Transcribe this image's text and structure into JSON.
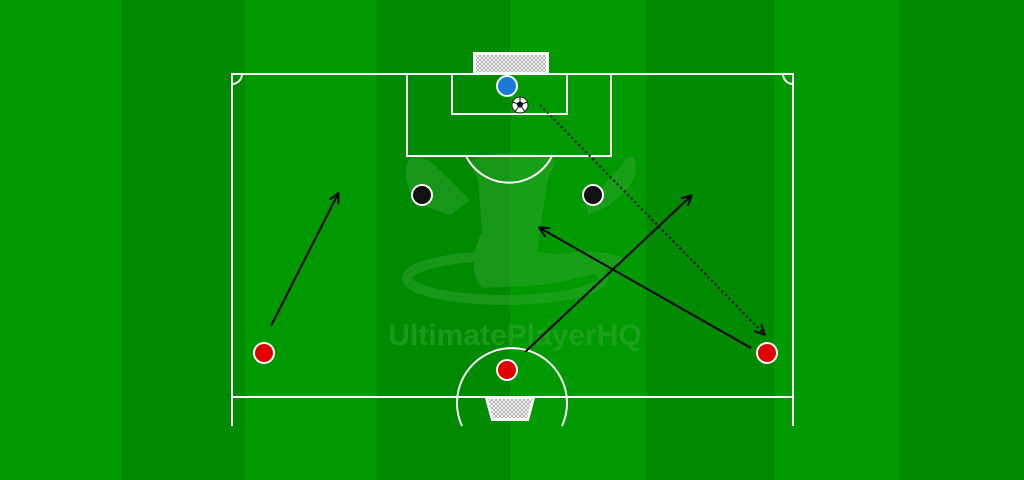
{
  "watermark": {
    "text": "UltimatePlayerHQ"
  },
  "colors": {
    "grass_light": "#009a00",
    "grass_dark": "#008a00",
    "lines": "#ffffff",
    "attacker": "#e00000",
    "defender": "#111111",
    "goalkeeper": "#1a7ad6",
    "arrow": "#000000",
    "watermark": "#33a633"
  },
  "icons": {
    "ball": "soccer-ball-icon",
    "goal_top": "goal-net-icon",
    "goal_bottom": "goal-net-icon"
  },
  "players": [
    {
      "role": "attacker",
      "name": "left-winger"
    },
    {
      "role": "attacker",
      "name": "center-forward"
    },
    {
      "role": "attacker",
      "name": "right-winger"
    },
    {
      "role": "defender",
      "name": "left-defender"
    },
    {
      "role": "defender",
      "name": "right-defender"
    },
    {
      "role": "goalkeeper",
      "name": "goalkeeper"
    }
  ],
  "movements": [
    {
      "type": "run",
      "style": "solid",
      "from": "left-winger"
    },
    {
      "type": "run",
      "style": "solid",
      "from": "center-forward"
    },
    {
      "type": "run",
      "style": "solid",
      "from": "right-winger"
    },
    {
      "type": "pass",
      "style": "dotted",
      "from": "ball",
      "to": "right-winger"
    }
  ]
}
